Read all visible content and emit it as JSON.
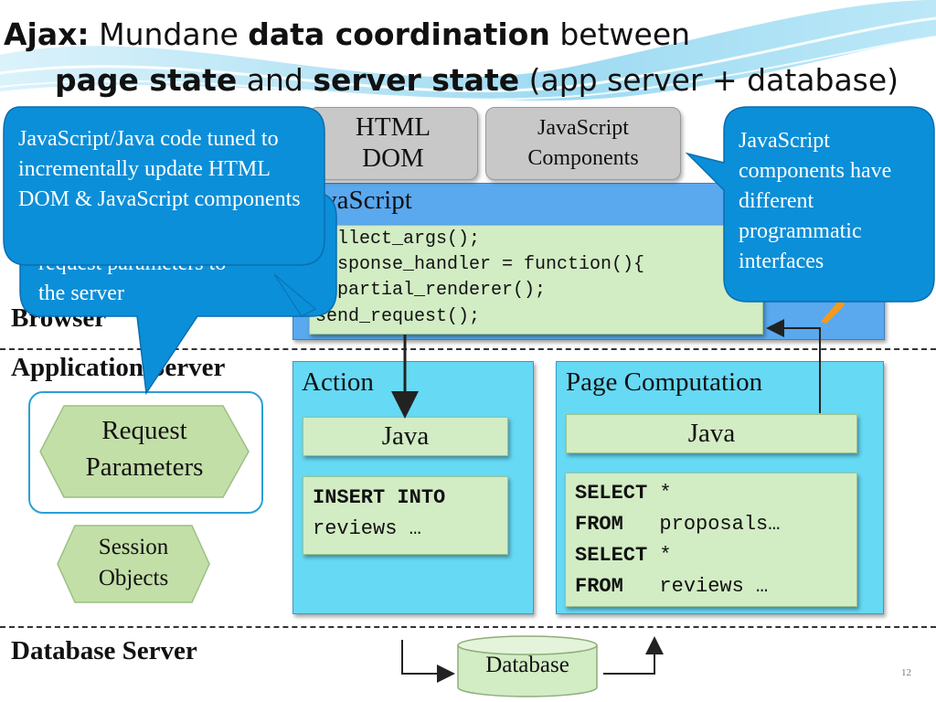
{
  "title": {
    "line1": [
      {
        "text": "Ajax:",
        "bold": true
      },
      {
        "text": " Mundane ",
        "bold": false
      },
      {
        "text": "data coordination",
        "bold": true
      },
      {
        "text": " between",
        "bold": false
      }
    ],
    "line2": [
      {
        "text": "page state",
        "bold": true
      },
      {
        "text": " and ",
        "bold": false
      },
      {
        "text": "server state",
        "bold": true
      },
      {
        "text": " (app server + database)",
        "bold": false
      }
    ]
  },
  "browser": {
    "html_dom_line1": "HTML",
    "html_dom_line2": "DOM",
    "js_components_line1": "JavaScript",
    "js_components_line2": "Components",
    "javascript_header": "JavaScript",
    "code": [
      "collect_args();",
      "response_handler = function(){",
      "  partial_renderer();",
      "send_request();"
    ]
  },
  "tiers": {
    "browser_label": "Browser",
    "app_server_label": "Application Server",
    "db_server_label": "Database Server"
  },
  "callouts": {
    "left_front": "JavaScript/Java code tuned to incrementally update HTML DOM & JavaScript components",
    "left_back_line1": "request parameters to",
    "left_back_line2": "the server",
    "right": "JavaScript components have different programmatic interfaces"
  },
  "app_server": {
    "request_params_line1": "Request",
    "request_params_line2": "Parameters",
    "session_line1": "Session",
    "session_line2": "Objects",
    "action": {
      "title": "Action",
      "java": "Java",
      "sql_kw": "INSERT INTO",
      "sql_rest": "reviews …"
    },
    "page_computation": {
      "title": "Page Computation",
      "java": "Java",
      "sql": [
        {
          "kw": "SELECT",
          "rest": " *"
        },
        {
          "kw": "FROM",
          "rest": "   proposals…"
        },
        {
          "kw": "SELECT",
          "rest": " *"
        },
        {
          "kw": "FROM",
          "rest": "   reviews …"
        }
      ]
    }
  },
  "database": {
    "label": "Database"
  },
  "slide_number": "12",
  "colors": {
    "callout_blue": "#0b8fd8",
    "browser_blue": "#5aa8ee",
    "server_cyan": "#66d9f4",
    "code_green": "#d2ecc4",
    "hexagon_green": "#c9e2b0",
    "orange_arrow": "#f39a1e"
  }
}
